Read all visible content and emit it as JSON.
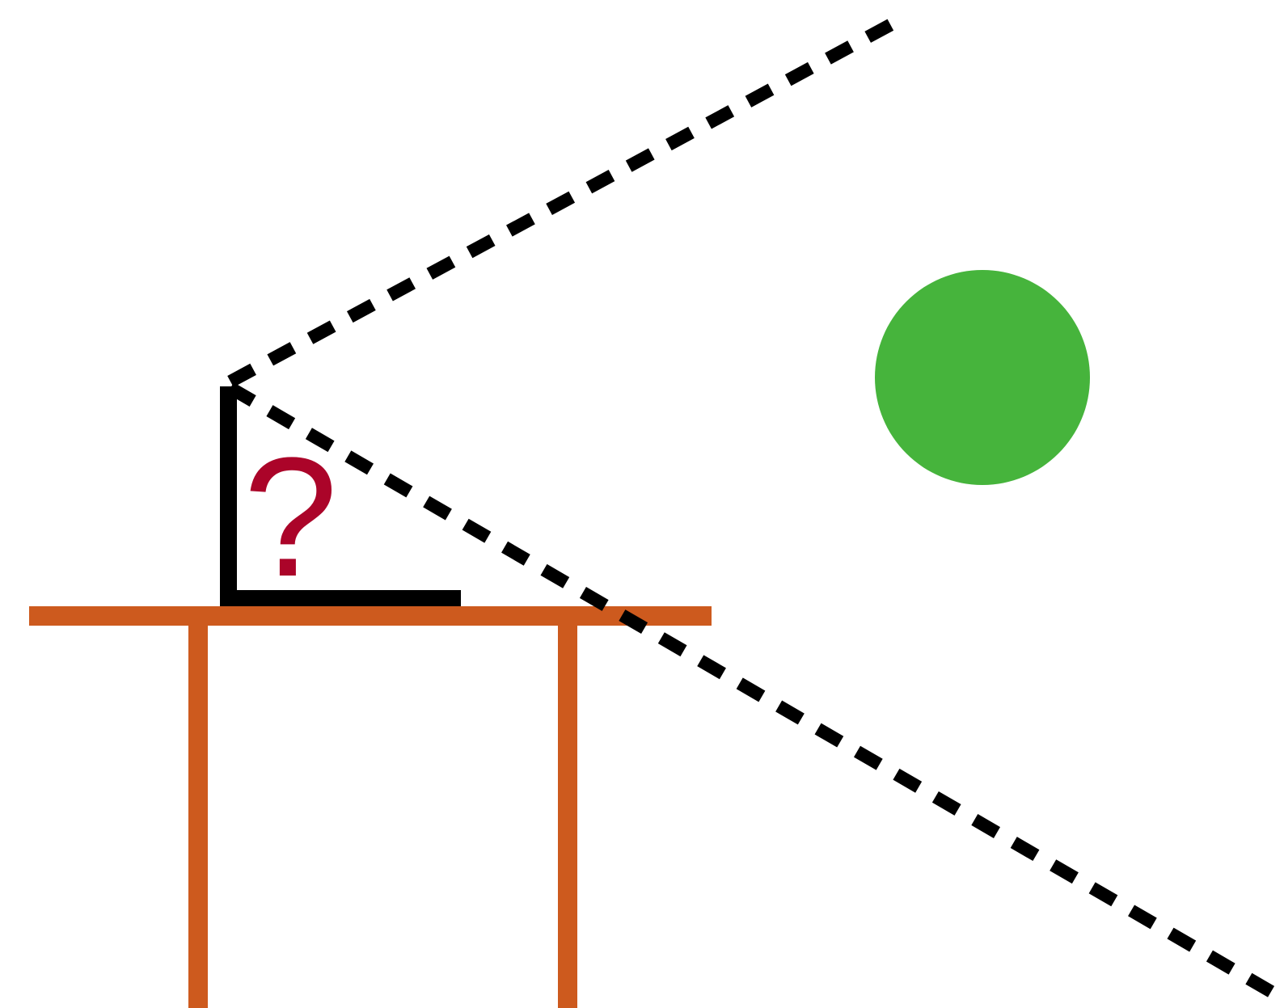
{
  "diagram": {
    "label": "?",
    "colors": {
      "background": "#ffffff",
      "table": "#cd5a1e",
      "book": "#000000",
      "sight_lines": "#000000",
      "question_mark": "#ab0429",
      "ball": "#46b43c"
    },
    "elements": [
      "table",
      "open-book",
      "sight-lines",
      "question-mark",
      "green-ball"
    ]
  }
}
